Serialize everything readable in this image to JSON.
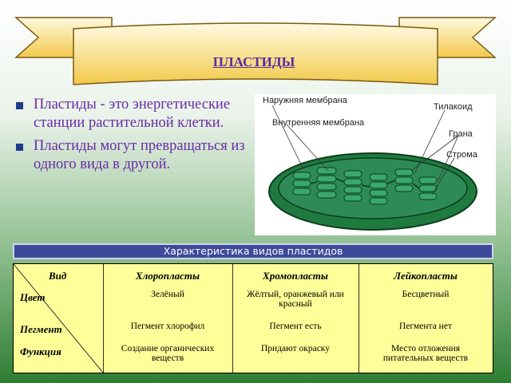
{
  "banner": {
    "title": "ПЛАСТИДЫ"
  },
  "bullets": [
    "Пластиды - это энергетические станции растительной клетки.",
    "Пластиды могут превращаться из одного вида в другой."
  ],
  "diagram": {
    "labels": {
      "outer_membrane": "Наружняя мембрана",
      "thylakoid": "Тилакоид",
      "inner_membrane": "Внутренняя мембрана",
      "grana": "Грана",
      "stroma": "Строма"
    }
  },
  "table": {
    "caption": "Характеристика видов пластидов",
    "row_headers": {
      "kind": "Вид",
      "color": "Цвет",
      "pigment": "Пегмент",
      "function": "Функция"
    },
    "columns": [
      {
        "name": "Хлоропласты",
        "color": "Зелёный",
        "pigment": "Пегмент хлорофил",
        "function": "Создание органических веществ"
      },
      {
        "name": "Хромопласты",
        "color": "Жёлтый, оранжевый или красный",
        "pigment": "Пегмент есть",
        "function": "Придают окраску"
      },
      {
        "name": "Лейкопласты",
        "color": "Бесцветный",
        "pigment": "Пегмента нет",
        "function": "Место отложения питательных веществ"
      }
    ]
  },
  "colors": {
    "title": "#5a2aa0",
    "text": "#6a2aa8",
    "chloroplast": "#2e8b57",
    "caption_bar": "#3d4a9a",
    "table_bg": "#ffff99"
  }
}
